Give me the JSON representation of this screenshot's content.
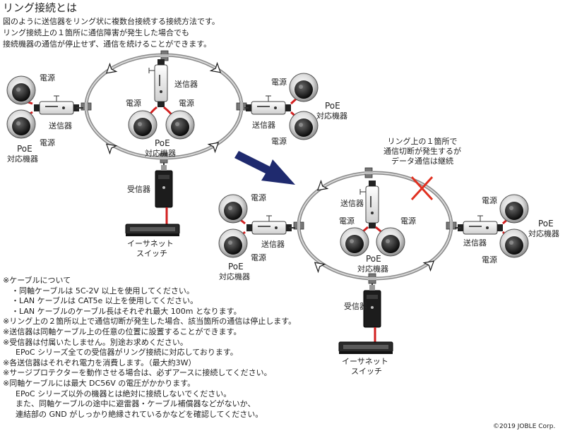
{
  "title": "リング接続とは",
  "intro": [
    "図のように送信器をリング状に複数台接続する接続方法です。",
    "リング接続上の１箇所に通信障害が発生した場合でも",
    "接続機器の通信が停止せず、通信を続けることができます。"
  ],
  "labels": {
    "power": "電源",
    "transmitter": "送信器",
    "poe_line1": "PoE",
    "poe_line2": "対応機器",
    "receiver": "受信器",
    "switch_line1": "イーサネット",
    "switch_line2": "スイッチ"
  },
  "break_note": [
    "リング上の１箇所で",
    "通信切断が発生するが",
    "データ通信は継続"
  ],
  "notes": [
    "※ケーブルについて",
    "・同軸ケーブルは 5C-2V 以上を使用してください。",
    "・LAN ケーブルは CAT5e 以上を使用してください。",
    "・LAN ケーブルのケーブル長はそれぞれ最大 100m となります。",
    "※リング上の２箇所以上で通信切断が発生した場合、該当箇所の通信は停止します。",
    "※送信器は同軸ケーブル上の任意の位置に設置することができます。",
    "※受信器は付属いたしません。別途お求めください。",
    "EPoC シリーズ全ての受信器がリング接続に対応しております。",
    "※各送信器はそれぞれ電力を消費します。（最大約3W）",
    "※サージプロテクターを動作させる場合は、必ずアースに接続してください。",
    "※同軸ケーブルには最大 DC56V の電圧がかかります。",
    "EPoC シリーズ以外の機器とは絶対に接続しないでください。",
    "また、同軸ケーブルの途中に避雷器・ケーブル補償器などがないか、",
    "連結部の GND がしっかり絶縁されているかなどを確認してください。"
  ],
  "copyright": "©2019 JOBLE Corp.",
  "colors": {
    "ring_arrow": "#1f2a6e",
    "break_mark": "#e03020",
    "cable": "#d22020"
  }
}
